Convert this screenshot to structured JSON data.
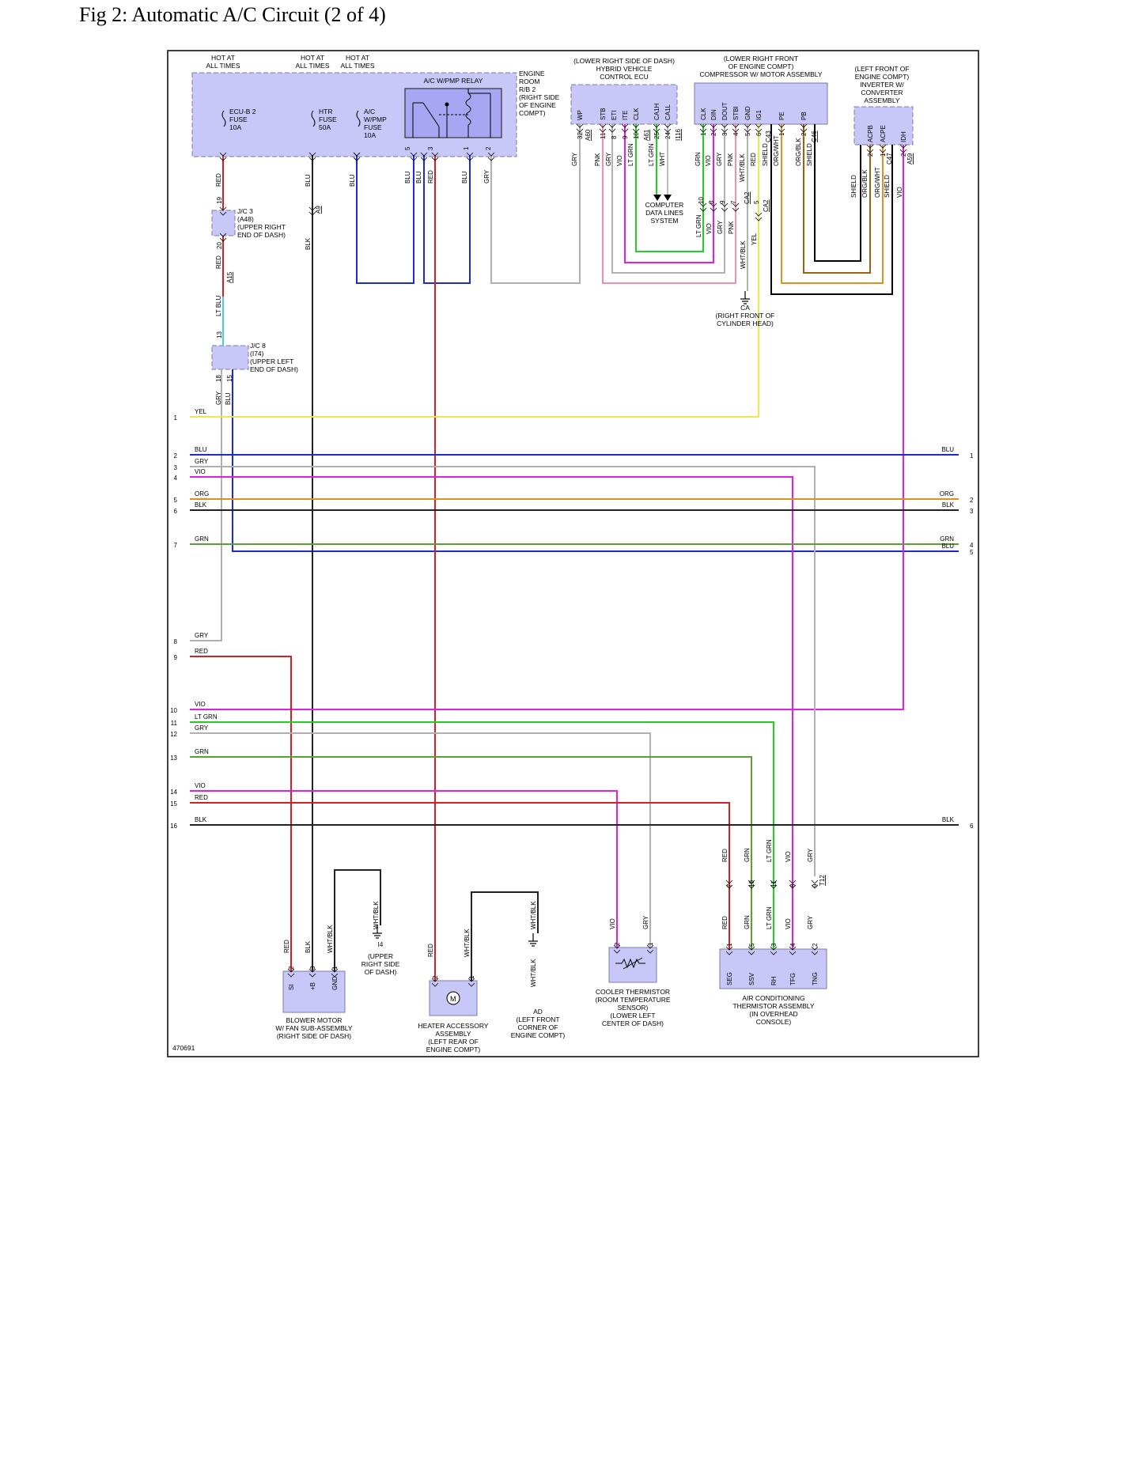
{
  "title": "Fig 2: Automatic A/C Circuit (2 of 4)",
  "figure_id": "470691",
  "colors": {
    "component_fill": "#c8c8f8",
    "border": "#000000"
  },
  "power_labels": [
    "HOT AT\nALL TIMES",
    "HOT AT\nALL TIMES",
    "HOT AT\nALL TIMES"
  ],
  "fuses": [
    {
      "name": "ECU-B 2\nFUSE\n10A"
    },
    {
      "name": "HTR\nFUSE\n50A"
    },
    {
      "name": "A/C\nW/PMP\nFUSE\n10A"
    }
  ],
  "relay": {
    "name": "A/C W/PMP RELAY",
    "pins": [
      "5",
      "3",
      "1",
      "2"
    ]
  },
  "rb2_label": "ENGINE\nROOM\nR/B 2\n(RIGHT SIDE\nOF ENGINE\nCOMPT)",
  "hv_ecu": {
    "label": "(LOWER RIGHT SIDE OF DASH)\nHYBRID VEHICLE\nCONTROL ECU",
    "pins": [
      "WP",
      "STB",
      "ETI",
      "ITE",
      "CLK",
      "CA1H",
      "CA1L"
    ],
    "pin_numbers": [
      "32",
      "11",
      "8",
      "9",
      "10",
      "25",
      "24"
    ],
    "connectors": [
      "A60",
      "A61",
      "I116"
    ],
    "wires": [
      "GRY",
      "PNK",
      "GRY",
      "VIO",
      "LT GRN",
      "LT GRN",
      "WHT"
    ]
  },
  "data_lines_label": "COMPUTER\nDATA LINES\nSYSTEM",
  "compressor": {
    "label": "(LOWER RIGHT FRONT\nOF ENGINE COMPT)\nCOMPRESSOR W/ MOTOR ASSEMBLY",
    "pins": [
      "CLK",
      "DIN",
      "DOUT",
      "STBI",
      "GND",
      "IG1",
      "PE",
      "PB"
    ],
    "pin_numbers": [
      "1",
      "2",
      "3",
      "4",
      "5",
      "6",
      "1",
      "2"
    ],
    "connectors": [
      "C43",
      "C46",
      "CA2"
    ],
    "wires": [
      "GRN",
      "VIO",
      "GRY",
      "PNK",
      "WHT/BLK",
      "RED",
      "SHIELD",
      "ORG/WHT",
      "ORG/BLK",
      "SHIELD"
    ]
  },
  "inverter": {
    "label": "(LEFT FRONT OF\nENGINE COMPT)\nINVERTER W/\nCONVERTER\nASSEMBLY",
    "pins": [
      "ACPB",
      "ACPE",
      "IDH"
    ],
    "pin_numbers": [
      "2",
      "1",
      "2"
    ],
    "connectors": [
      "C47",
      "A59"
    ],
    "wires": [
      "SHIELD",
      "ORG/BLK",
      "ORG/WHT",
      "SHIELD",
      "VIO"
    ]
  },
  "ground_ca": "CA\n(RIGHT FRONT OF\nCYLINDER HEAD)",
  "jc3": {
    "name": "J/C 3\n(A48)\n(UPPER RIGHT\nEND OF DASH)",
    "pins": [
      "19",
      "20"
    ]
  },
  "jc8": {
    "name": "J/C 8\n(I74)\n(UPPER LEFT\nEND OF DASH)",
    "pins": [
      "13",
      "18",
      "15"
    ]
  },
  "connector_a15": "A15",
  "connector_a9": "A9",
  "connector_t12": "T12",
  "upper_wire_labels": {
    "red": "RED",
    "blu": "BLU",
    "blk": "BLK",
    "ltblu": "LT BLU",
    "gry": "GRY",
    "rb_blu1": "BLU",
    "rb_blu2": "BLU",
    "rb_red": "RED",
    "rb_blu3": "BLU",
    "rb_gry": "GRY",
    "yel": "YEL",
    "whtblk": "WHT/BLK",
    "cmp_ltgrn": "LT GRN",
    "cmp_vio": "VIO",
    "cmp_gry": "GRY",
    "cmp_pnk": "PNK"
  },
  "cmp_side_pins": [
    "10",
    "8",
    "9",
    "7",
    "5"
  ],
  "left_bus": [
    {
      "n": "1",
      "label": "YEL"
    },
    {
      "n": "2",
      "label": "BLU"
    },
    {
      "n": "3",
      "label": "GRY"
    },
    {
      "n": "4",
      "label": "VIO"
    },
    {
      "n": "5",
      "label": "ORG"
    },
    {
      "n": "6",
      "label": "BLK"
    },
    {
      "n": "7",
      "label": "GRN"
    },
    {
      "n": "8",
      "label": "GRY"
    },
    {
      "n": "9",
      "label": "RED"
    },
    {
      "n": "10",
      "label": "VIO"
    },
    {
      "n": "11",
      "label": "LT GRN"
    },
    {
      "n": "12",
      "label": "GRY"
    },
    {
      "n": "13",
      "label": "GRN"
    },
    {
      "n": "14",
      "label": "VIO"
    },
    {
      "n": "15",
      "label": "RED"
    },
    {
      "n": "16",
      "label": "BLK"
    }
  ],
  "right_bus": [
    {
      "n": "1",
      "label": "BLU"
    },
    {
      "n": "2",
      "label": "ORG"
    },
    {
      "n": "3",
      "label": "BLK"
    },
    {
      "n": "4",
      "label": "GRN"
    },
    {
      "n": "5",
      "label": "BLU"
    },
    {
      "n": "6",
      "label": "BLK"
    }
  ],
  "blower": {
    "label": "BLOWER MOTOR\nW/ FAN SUB-ASSEMBLY\n(RIGHT SIDE OF DASH)",
    "pins": [
      "SI",
      "+B",
      "GND"
    ],
    "pin_numbers": [
      "2",
      "3",
      "1"
    ],
    "wires": [
      "RED",
      "BLK",
      "WHT/BLK",
      "WHT/BLK"
    ]
  },
  "ground_i4": "(UPPER\nRIGHT SIDE\nOF DASH)",
  "ground_i4_name": "I4",
  "heater": {
    "label": "HEATER ACCESSORY\nASSEMBLY\n(LEFT REAR OF\nENGINE COMPT)",
    "pin_numbers": [
      "2",
      "1"
    ],
    "wires": [
      "RED",
      "WHT/BLK",
      "WHT/BLK",
      "WHT/BLK"
    ]
  },
  "ground_ad": "AD\n(LEFT FRONT\nCORNER OF\nENGINE COMPT)",
  "cooler": {
    "label": "COOLER THERMISTOR\n(ROOM TEMPERATURE\nSENSOR)\n(LOWER LEFT\nCENTER OF DASH)",
    "pin_numbers": [
      "2",
      "1"
    ],
    "wires": [
      "VIO",
      "GRY"
    ]
  },
  "thermistor": {
    "label": "AIR CONDITIONING\nTHERMISTOR ASSEMBLY\n(IN OVERHEAD\nCONSOLE)",
    "pins": [
      "SEG",
      "SSV",
      "RH",
      "TFG",
      "TNG"
    ],
    "pin_numbers": [
      "1",
      "5",
      "3",
      "4",
      "2"
    ],
    "upper_pins": [
      "7",
      "10",
      "11",
      "8",
      "9"
    ],
    "wires": [
      "RED",
      "GRN",
      "LT GRN",
      "VIO",
      "GRY"
    ]
  }
}
